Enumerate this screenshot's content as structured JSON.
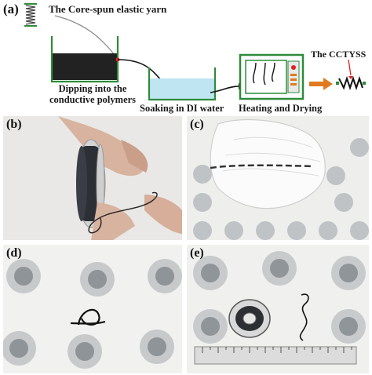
{
  "schematic": {
    "label": "(a)",
    "yarn_label": "The Core-spun elastic yarn",
    "step1": "Dipping into the conductive polymers",
    "step1_line1": "Dipping into the",
    "step1_line2": "conductive polymers",
    "step2": "Soaking in DI water",
    "step3": "Heating and Drying",
    "product": "The CCTYSS",
    "colors": {
      "ink": "#111111",
      "polymer": "#222222",
      "water": "#bfe4f2",
      "oven": "#2e8b3a",
      "arrow": "#e07a20",
      "marker": "#e02020"
    }
  },
  "photos": [
    {
      "id": "b",
      "label": "(b)",
      "description_icon": "yarn-spool-in-hand"
    },
    {
      "id": "c",
      "label": "(c)",
      "description_icon": "gloved-hand-with-yarn"
    },
    {
      "id": "d",
      "label": "(d)",
      "description_icon": "knotted-yarn-on-logo-paper"
    },
    {
      "id": "e",
      "label": "(e)",
      "description_icon": "spool-and-yarn-with-ruler"
    }
  ]
}
